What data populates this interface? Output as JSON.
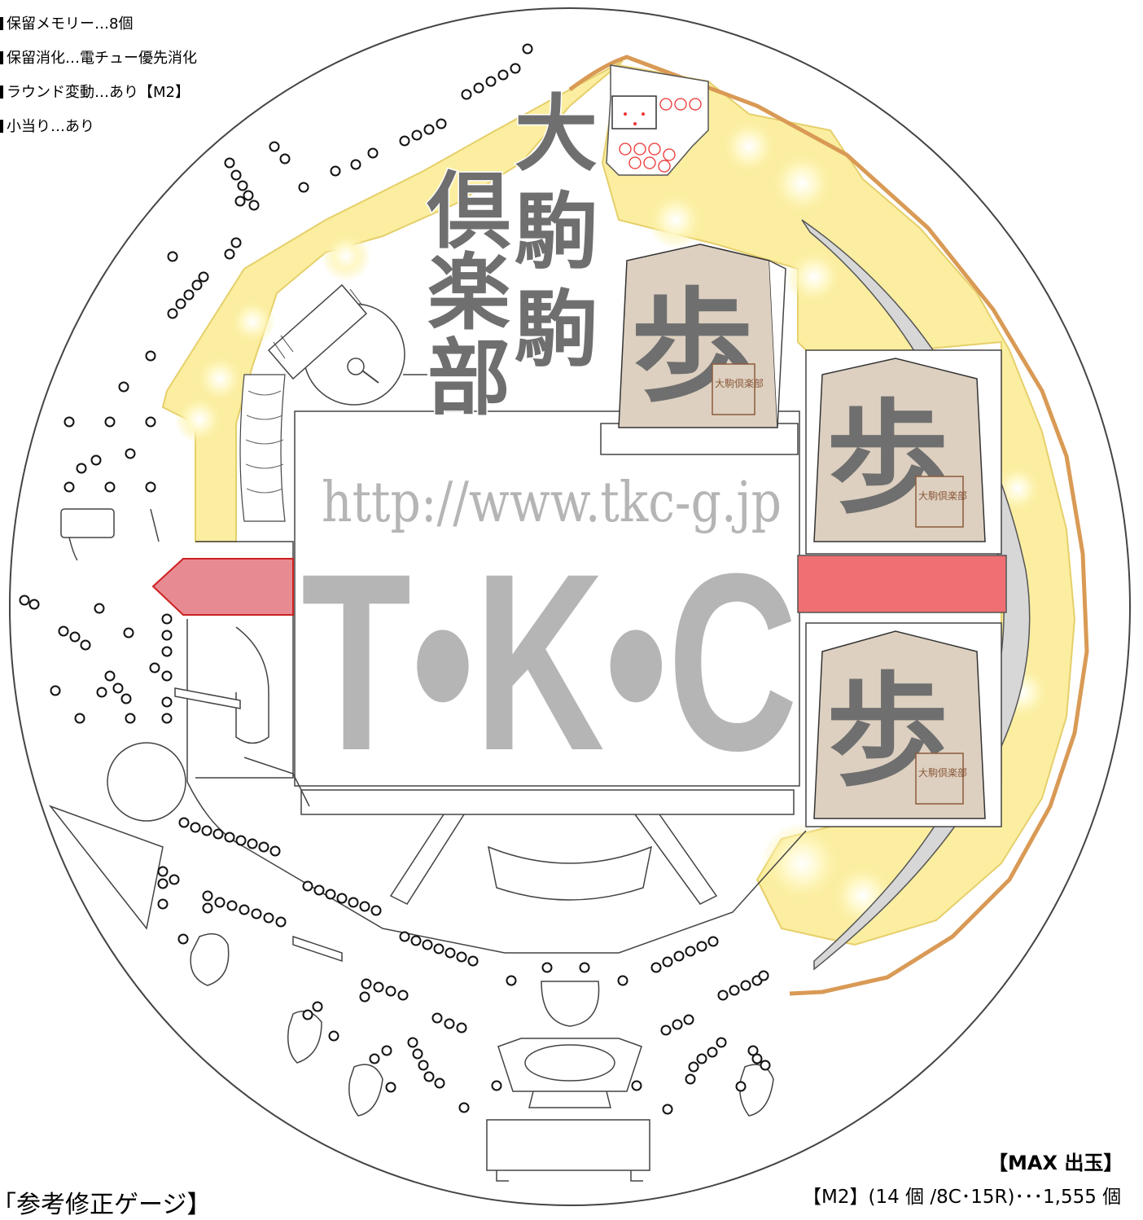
{
  "specs": {
    "hold_memory": "保留メモリー…8個",
    "hold_digest": "保留消化…電チュー優先消化",
    "round_change": "ラウンド変動…あり【M2】",
    "small_hit": "小当り…あり"
  },
  "logo": {
    "col_left": [
      "倶",
      "楽",
      "部"
    ],
    "col_right": [
      "大",
      "駒",
      "駒"
    ]
  },
  "pieces": {
    "char": "歩",
    "stamp": "大駒倶楽部"
  },
  "watermark": {
    "url": "http://www.tkc-g.jp",
    "brand": "T•K•C"
  },
  "max_out": {
    "title": "【MAX 出玉】",
    "line": "【M2】(14 個 /8C･15R)･･･1,555 個"
  },
  "gauge_title": "「参考修正ゲージ】",
  "colors": {
    "cloud_fill": "#fbeea0",
    "cloud_outline": "#f5e79a",
    "rim": "#d99a55",
    "attacker_right": "#ef6f72",
    "attacker_left": "#e88a92",
    "piece_fill": "#ddd0c0",
    "logo_gray": "#6f6f6f",
    "watermark_gray": "#b5b5b5"
  }
}
